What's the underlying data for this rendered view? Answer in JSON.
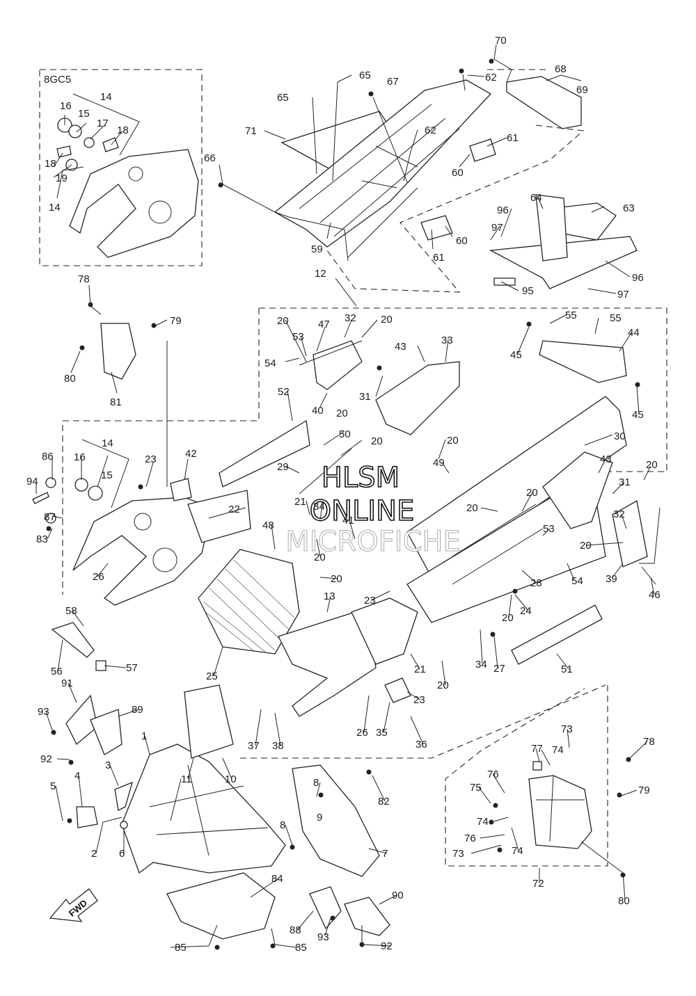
{
  "group_label": "8GC5",
  "forward_label": "FWD",
  "watermark": {
    "line1": "HLSM",
    "line2": "ONLINE",
    "line3": "MICROFICHE"
  },
  "callouts": {
    "c70": "70",
    "c68": "68",
    "c69": "69",
    "c62a": "62",
    "c65a": "65",
    "c67": "67",
    "c65b": "65",
    "c71": "71",
    "c62b": "62",
    "c61a": "61",
    "c60a": "60",
    "c66": "66",
    "c64": "64",
    "c63": "63",
    "c96a": "96",
    "c97a": "97",
    "c60b": "60",
    "c59": "59",
    "c61b": "61",
    "c96b": "96",
    "c12": "12",
    "c95": "95",
    "c97b": "97",
    "g8gc5_14a": "14",
    "g8gc5_16": "16",
    "g8gc5_15": "15",
    "g8gc5_17": "17",
    "g8gc5_18a": "18",
    "g8gc5_18b": "18",
    "g8gc5_19": "19",
    "g8gc5_14b": "14",
    "c78a": "78",
    "c79a": "79",
    "c80a": "80",
    "c81": "81",
    "c20a": "20",
    "c47": "47",
    "c32a": "32",
    "c20b": "20",
    "c53a": "53",
    "c54a": "54",
    "c43a": "43",
    "c33": "33",
    "c55a": "55",
    "c55b": "55",
    "c44": "44",
    "c45a": "45",
    "c31a": "31",
    "c40": "40",
    "c20c": "20",
    "c52": "52",
    "c45b": "45",
    "c50": "50",
    "c20d": "20",
    "c20e": "20",
    "c30": "30",
    "c14c": "14",
    "c16b": "16",
    "c15b": "15",
    "c86": "86",
    "c23a": "23",
    "c42": "42",
    "c29": "29",
    "c49": "49",
    "c43b": "43",
    "c20f": "20",
    "c94": "94",
    "c31b": "31",
    "c22": "22",
    "c21a": "21",
    "c34a": "34",
    "c20g": "20",
    "c20h": "20",
    "c87": "87",
    "c48": "48",
    "c41": "41",
    "c32b": "32",
    "c83": "83",
    "c26a": "26",
    "c20i": "20",
    "c53b": "53",
    "c20j": "20",
    "c20k": "20",
    "c39": "39",
    "c54b": "54",
    "c13": "13",
    "c23b": "23",
    "c28": "28",
    "c46": "46",
    "c24": "24",
    "c58": "58",
    "c20l": "20",
    "c34b": "34",
    "c27": "27",
    "c51": "51",
    "c25": "25",
    "c56": "56",
    "c57": "57",
    "c21b": "21",
    "c20m": "20",
    "c23c": "23",
    "c91": "91",
    "c89": "89",
    "c93a": "93",
    "c73a": "73",
    "c37": "37",
    "c38": "38",
    "c26b": "26",
    "c35": "35",
    "c36": "36",
    "c1": "1",
    "c77": "77",
    "c74a": "74",
    "c78b": "78",
    "c92a": "92",
    "c3": "3",
    "c11": "11",
    "c10": "10",
    "c82": "82",
    "c76a": "76",
    "c75": "75",
    "c79b": "79",
    "c4": "4",
    "c8a": "8",
    "c5": "5",
    "c74b": "74",
    "c76b": "76",
    "c73b": "73",
    "c74c": "74",
    "c8b": "8",
    "c2": "2",
    "c6": "6",
    "c7": "7",
    "c72": "72",
    "c84": "84",
    "c90": "90",
    "c80b": "80",
    "c88": "88",
    "c93b": "93",
    "c85a": "85",
    "c85b": "85",
    "c92b": "92",
    "c9": "9"
  }
}
